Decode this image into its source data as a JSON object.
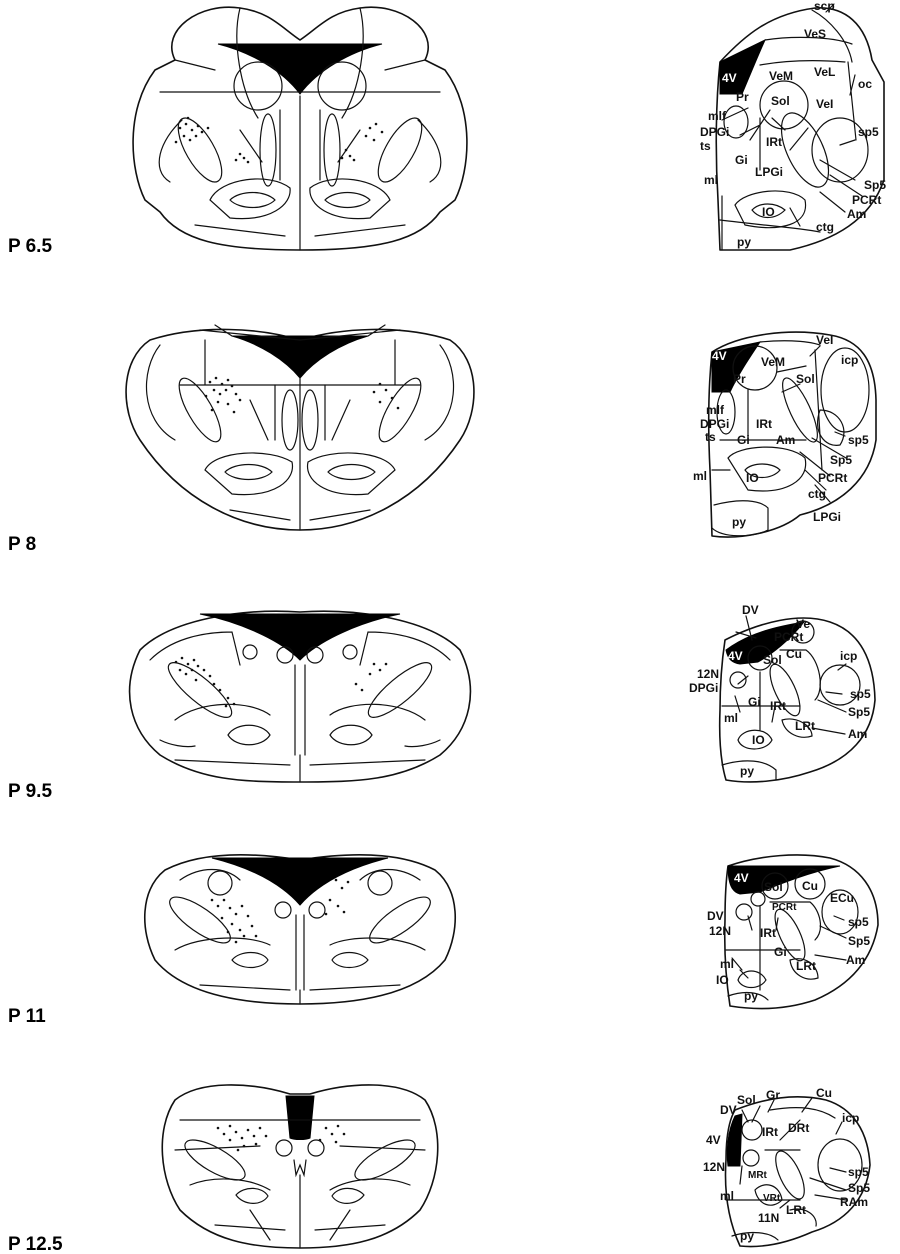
{
  "sections": [
    {
      "level": "P 6.5",
      "labels": [
        "scp",
        "VeS",
        "4V",
        "VeM",
        "VeL",
        "Pr",
        "Sol",
        "VeI",
        "oc",
        "mlf",
        "DPGi",
        "IRt",
        "sp5",
        "ts",
        "Gi",
        "LPGi",
        "Sp5",
        "ml",
        "PCRt",
        "IO",
        "Am",
        "ctg",
        "py"
      ]
    },
    {
      "level": "P 8",
      "labels": [
        "VeI",
        "4V",
        "VeM",
        "icp",
        "Pr",
        "Sol",
        "mlf",
        "DPGi",
        "IRt",
        "ts",
        "Gi",
        "sp5",
        "Am",
        "Sp5",
        "PCRt",
        "ml",
        "IO",
        "ctg",
        "LPGi",
        "py"
      ]
    },
    {
      "level": "P 9.5",
      "labels": [
        "DV",
        "Ve",
        "PCRt",
        "4V",
        "Cu",
        "icp",
        "12N",
        "Sol",
        "DPGi",
        "sp5",
        "Gi",
        "IRt",
        "Sp5",
        "ml",
        "LRt",
        "IO",
        "Am",
        "py"
      ]
    },
    {
      "level": "P 11",
      "labels": [
        "4V",
        "Sol",
        "Cu",
        "ECu",
        "PCRt",
        "DV",
        "sp5",
        "12N",
        "IRt",
        "Sp5",
        "Gi",
        "Am",
        "ml",
        "LRt",
        "IO",
        "py"
      ]
    },
    {
      "level": "P 12.5",
      "labels": [
        "Sol",
        "Gr",
        "Cu",
        "DV",
        "icp",
        "4V",
        "IRt",
        "DRt",
        "12N",
        "sp5",
        "MRt",
        "Sp5",
        "RAm",
        "ml",
        "VRt",
        "LRt",
        "11N",
        "py"
      ]
    }
  ]
}
